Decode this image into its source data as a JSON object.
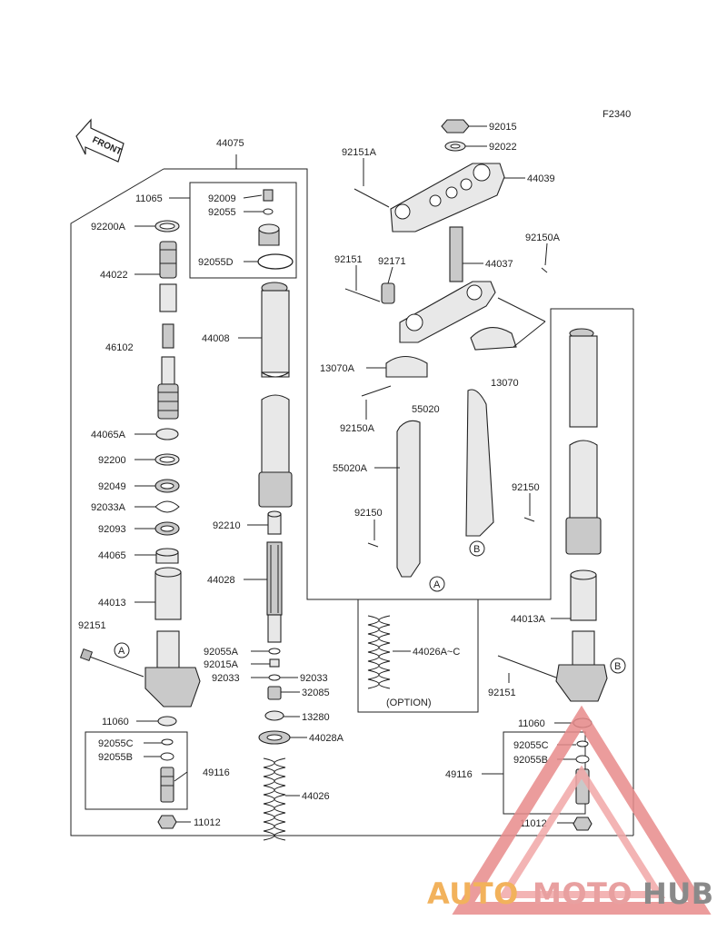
{
  "figure_code": "F2340",
  "front_label": "FRONT",
  "option_label": "(OPTION)",
  "watermark": {
    "part1": "AUTO",
    "part2": "MOTO",
    "part3": "HUB",
    "color1": "#f2b25c",
    "color2": "#e8a0a0",
    "color3": "#8a8a8a"
  },
  "labels": {
    "p44075": "44075",
    "p11065": "11065",
    "p92009": "92009",
    "p92055": "92055",
    "p92055D": "92055D",
    "p92200A": "92200A",
    "p44022": "44022",
    "p46102": "46102",
    "p44065A": "44065A",
    "p92200": "92200",
    "p92049": "92049",
    "p92033A": "92033A",
    "p92093": "92093",
    "p44065": "44065",
    "p44013": "44013",
    "p92151_l": "92151",
    "p11060_l": "11060",
    "p92055C_l": "92055C",
    "p92055B_l": "92055B",
    "p49116_l": "49116",
    "p11012_l": "11012",
    "p44008": "44008",
    "p92210": "92210",
    "p44028": "44028",
    "p92055A": "92055A",
    "p92015A": "92015A",
    "p92033_a": "92033",
    "p92033_b": "92033",
    "p32085": "32085",
    "p13280": "13280",
    "p44028A": "44028A",
    "p44026": "44026",
    "p92015": "92015",
    "p92022": "92022",
    "p92151A": "92151A",
    "p44039": "44039",
    "p92151_c": "92151",
    "p92171": "92171",
    "p44037": "44037",
    "p92150A_r": "92150A",
    "p13070A": "13070A",
    "p92150A_c": "92150A",
    "p55020": "55020",
    "p13070": "13070",
    "p55020A": "55020A",
    "p92150_r": "92150",
    "p92150_c": "92150",
    "p44026AC": "44026A~C",
    "p44013A": "44013A",
    "p92151_r": "92151",
    "p11060_r": "11060",
    "p92055C_r": "92055C",
    "p92055B_r": "92055B",
    "p49116_r": "49116",
    "p11012_r": "11012",
    "ref_a": "A",
    "ref_b": "B"
  }
}
